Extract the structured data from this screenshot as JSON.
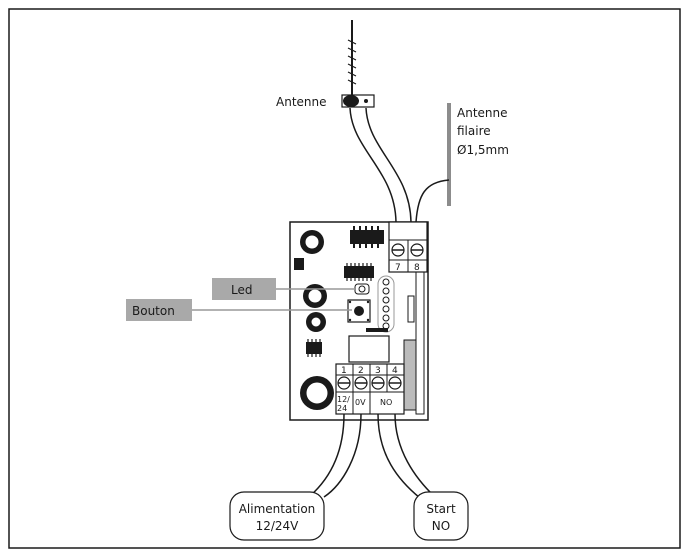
{
  "labels": {
    "antenna": "Antenne",
    "wire_antenna_line1": "Antenne",
    "wire_antenna_line2": "filaire",
    "wire_antenna_line3": "Ø1,5mm",
    "led": "Led",
    "button": "Bouton",
    "power_line1": "Alimentation",
    "power_line2": "12/24V",
    "start_line1": "Start",
    "start_line2": "NO"
  },
  "terminals_top": {
    "t7": "7",
    "t8": "8"
  },
  "terminals_bottom": {
    "t1": "1",
    "t2": "2",
    "t3": "3",
    "t4": "4",
    "label_12": "12/",
    "label_24": "24",
    "label_0v": "0V",
    "label_no": "NO"
  },
  "colors": {
    "stroke": "#1a1a1a",
    "tag_fill": "#a9a9a9",
    "board_fill": "#ffffff"
  }
}
